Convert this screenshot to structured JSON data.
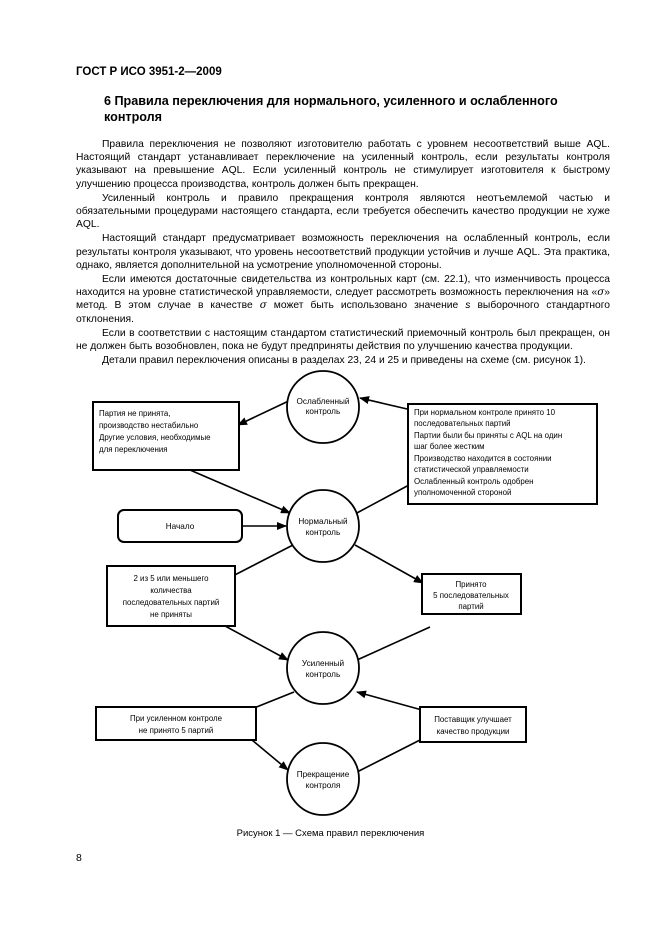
{
  "header": {
    "standard_code": "ГОСТ Р ИСО 3951-2—2009"
  },
  "section": {
    "title_line1": "6  Правила переключения для нормального, усиленного и ослабленного",
    "title_line2": "контроля"
  },
  "paragraphs": {
    "p1": "Правила переключения не позволяют изготовителю работать с уровнем несоответствий выше AQL. Настоящий стандарт устанавливает переключение на усиленный контроль, если результаты контроля указывают на превышение AQL. Если усиленный контроль не стимулирует изготовителя к быстрому улучшению процесса производства, контроль должен быть прекращен.",
    "p2": "Усиленный контроль и правило прекращения контроля являются неотъемлемой частью и обязательными процедурами настоящего стандарта, если требуется обеспечить качество продукции не хуже AQL.",
    "p3": "Настоящий стандарт предусматривает возможность переключения на ослабленный контроль, если результаты контроля указывают, что уровень несоответствий продукции устойчив и лучше AQL. Эта практика, однако, является дополнительной на усмотрение уполномоченной стороны.",
    "p4_a": "Если имеются достаточные свидетельства из контрольных карт (см. 22.1), что изменчивость процесса находится на уровне статистической управляемости, следует рассмотреть возможность переключения на «",
    "p4_sigma1": "σ",
    "p4_b": "» метод. В этом случае в качестве ",
    "p4_sigma2": "σ",
    "p4_c": " может быть использовано значение ",
    "p4_s": "s",
    "p4_d": " выборочного стандартного отклонения.",
    "p5": "Если в соответствии с настоящим стандартом статистический приемочный контроль был прекращен, он не должен быть возобновлен, пока не будут предприняты действия по улучшению качества продукции.",
    "p6": "Детали правил переключения описаны в разделах 23, 24 и 25 и приведены на схеме (см. рисунок 1)."
  },
  "diagram": {
    "reduced": [
      "Ослабленный",
      "контроль"
    ],
    "normal": [
      "Нормальный",
      "контроль"
    ],
    "tightened": [
      "Усиленный",
      "контроль"
    ],
    "discontinue": [
      "Прекращение",
      "контроля"
    ],
    "start": "Начало",
    "box_reduced_to_normal": [
      "Партия не принята,",
      "производство нестабильно",
      "Другие условия, необходимые",
      "для переключения"
    ],
    "box_normal_to_reduced": [
      "При нормальном контроле принято 10",
      "последовательных партий",
      "Партии были бы приняты с AQL на один",
      "шаг более жестким",
      "Производство находится в состоянии",
      "статистической управляемости",
      "Ослабленный контроль одобрен",
      "уполномоченной стороной"
    ],
    "box_normal_to_tightened": [
      "2 из 5 или меньшего",
      "количества",
      "последовательных партий",
      "не приняты"
    ],
    "box_tightened_to_normal": [
      "Принято",
      "5 последовательных",
      "партий"
    ],
    "box_tightened_to_discontinue": [
      "При усиленном контроле",
      "не принято 5 партий"
    ],
    "box_discontinue_to_tightened": [
      "Поставщик улучшает",
      "качество продукции"
    ]
  },
  "caption": "Рисунок 1 — Схема правил переключения",
  "page_number": "8"
}
